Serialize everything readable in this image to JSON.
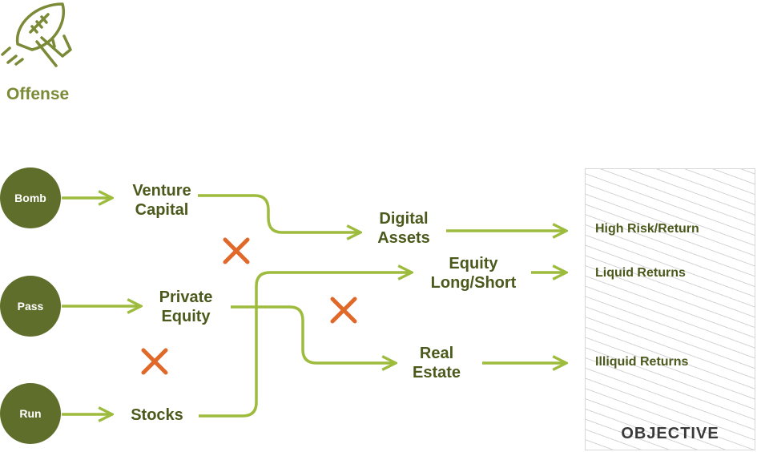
{
  "header": {
    "title": "Offense",
    "icon": "football-throw-icon"
  },
  "plays": [
    {
      "label": "Bomb"
    },
    {
      "label": "Pass"
    },
    {
      "label": "Run"
    }
  ],
  "assets": {
    "venture_capital": "Venture\nCapital",
    "private_equity": "Private\nEquity",
    "stocks": "Stocks",
    "digital_assets": "Digital\nAssets",
    "equity_long_short": "Equity\nLong/Short",
    "real_estate": "Real\nEstate"
  },
  "objective": {
    "title": "OBJECTIVE",
    "items": [
      {
        "label": "High Risk/Return"
      },
      {
        "label": "Liquid Returns"
      },
      {
        "label": "Illiquid Returns"
      }
    ]
  },
  "colors": {
    "line": "#9dbb3c",
    "circle": "#5f6f2b",
    "text": "#4b5a1c",
    "cross": "#e0692a",
    "brand": "#7a8a36"
  }
}
